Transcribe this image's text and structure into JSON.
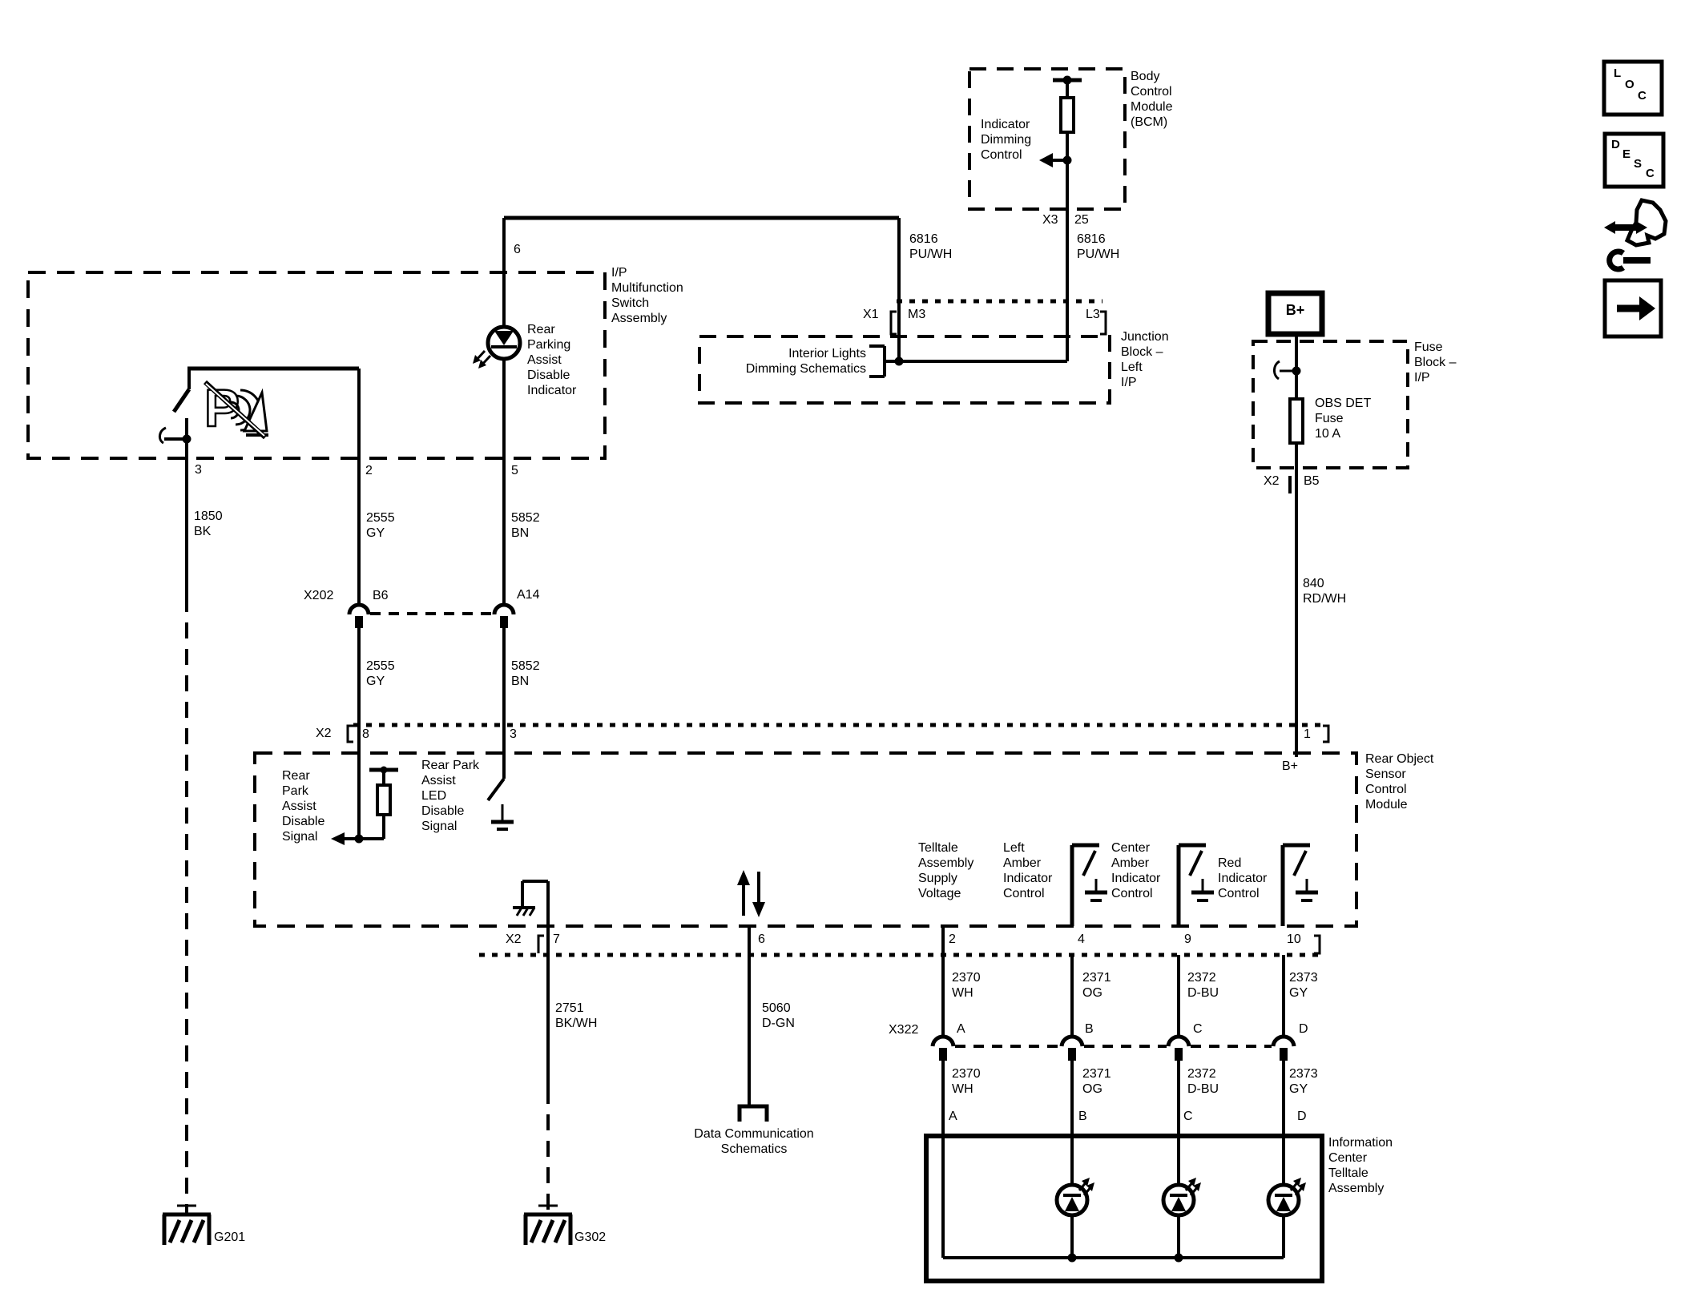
{
  "diagram": {
    "bcm": {
      "name": "Body\nControl\nModule\n(BCM)",
      "signal": "Indicator\nDimming\nControl",
      "conn": "X3",
      "pin": "25"
    },
    "junction_block": {
      "name": "Junction\nBlock –\nLeft\nI/P",
      "ref": "Interior Lights\nDimming Schematics",
      "conn": "X1",
      "pin_left": "M3",
      "pin_right": "L3"
    },
    "ip_switch": {
      "name": "I/P\nMultifunction\nSwitch\nAssembly",
      "indicator": "Rear\nParking\nAssist\nDisable\nIndicator",
      "pin_top": "6",
      "pin_3": "3",
      "pin_2": "2",
      "pin_5": "5"
    },
    "fuse_block": {
      "name": "Fuse\nBlock –\nI/P",
      "terminal": "B+",
      "fuse": "OBS DET\nFuse\n10 A",
      "conn": "X2",
      "pin": "B5"
    },
    "rosm": {
      "name": "Rear Object\nSensor\nControl\nModule",
      "b_plus": "B+",
      "conn_top": "X2",
      "pins_top": [
        "8",
        "3",
        "1"
      ],
      "signal_disable": "Rear\nPark\nAssist\nDisable\nSignal",
      "signal_led": "Rear Park\nAssist\nLED\nDisable\nSignal",
      "telltale_supply": "Telltale\nAssembly\nSupply\nVoltage",
      "left_amber": "Left\nAmber\nIndicator\nControl",
      "center_amber": "Center\nAmber\nIndicator\nControl",
      "red_ind": "Red\nIndicator\nControl",
      "conn_bottom": "X2",
      "pins_bottom": [
        "7",
        "6",
        "2",
        "4",
        "9",
        "10"
      ]
    },
    "wires": {
      "w6816_a": "6816\nPU/WH",
      "w6816_b": "6816\nPU/WH",
      "w1850": "1850\nBK",
      "w2555_a": "2555\nGY",
      "w2555_b": "2555\nGY",
      "w5852_a": "5852\nBN",
      "w5852_b": "5852\nBN",
      "w840": "840\nRD/WH",
      "w2751": "2751\nBK/WH",
      "w5060": "5060\nD-GN",
      "w2370_a": "2370\nWH",
      "w2370_b": "2370\nWH",
      "w2371_a": "2371\nOG",
      "w2371_b": "2371\nOG",
      "w2372_a": "2372\nD-BU",
      "w2372_b": "2372\nD-BU",
      "w2373_a": "2373\nGY",
      "w2373_b": "2373\nGY"
    },
    "connectors": {
      "x202": "X202",
      "b6": "B6",
      "a14": "A14",
      "x322": "X322",
      "letters_top": [
        "A",
        "B",
        "C",
        "D"
      ],
      "letters_bottom": [
        "A",
        "B",
        "C",
        "D"
      ]
    },
    "telltale": {
      "name": "Information\nCenter\nTelltale\nAssembly"
    },
    "grounds": {
      "g201": "G201",
      "g302": "G302"
    },
    "data_comm": "Data Communication\nSchematics",
    "icons": {
      "loc": [
        "L",
        "O",
        "C"
      ],
      "desc": [
        "D",
        "E",
        "S",
        "C"
      ]
    },
    "colors": {
      "line": "#000000",
      "background": "#ffffff"
    }
  }
}
